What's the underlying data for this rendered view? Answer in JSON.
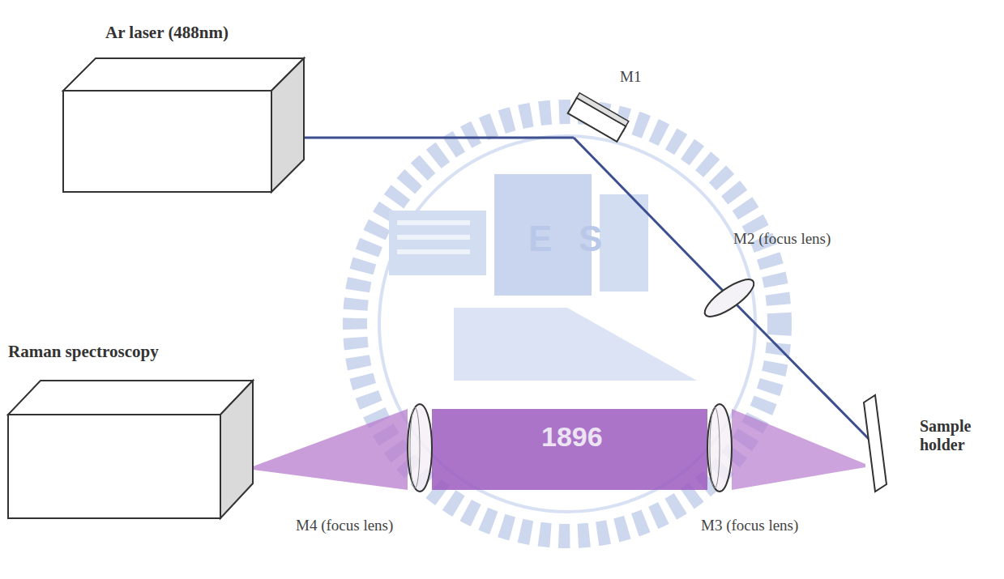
{
  "diagram": {
    "nodes": [
      {
        "text": [
          "Ar laser (488nm)"
        ]
      },
      {
        "text": [
          "M1"
        ]
      },
      {
        "text": [
          "M2 (focus lens)"
        ]
      },
      {
        "text": [
          "Sample holder"
        ]
      },
      {
        "text": [
          "M3 (focus lens)"
        ]
      },
      {
        "text": [
          "M4 (focus lens)"
        ]
      },
      {
        "text": [
          "Raman spectroscopy"
        ]
      }
    ],
    "edges": [
      {
        "from": 0,
        "to": 1,
        "arrow": "none"
      },
      {
        "from": 1,
        "to": 2,
        "arrow": "none"
      },
      {
        "from": 2,
        "to": 3,
        "arrow": "none"
      },
      {
        "from": 3,
        "to": 4,
        "arrow": "none"
      },
      {
        "from": 4,
        "to": 5,
        "arrow": "none"
      },
      {
        "from": 5,
        "to": 6,
        "arrow": "none"
      }
    ],
    "labels": [
      "E",
      "S",
      "1896"
    ]
  }
}
